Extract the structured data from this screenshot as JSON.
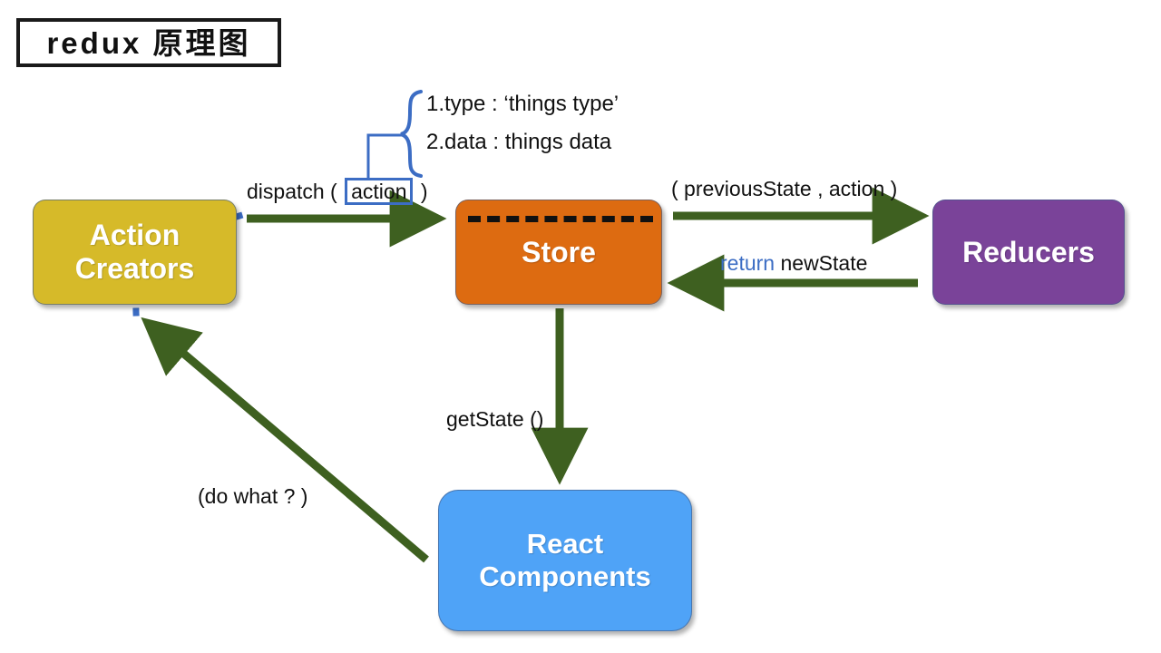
{
  "title": {
    "text": "redux 原理图"
  },
  "colors": {
    "action_creators": "#D6BA29",
    "store": "#DD6B11",
    "reducers": "#7A4399",
    "react_components": "#4FA3F7",
    "arrow_green": "#3E6020",
    "accent_blue": "#3C6DC4",
    "dashed_black": "#111111",
    "background": "#FFFFFF"
  },
  "nodes": {
    "action_creators": {
      "line1": "Action",
      "line2": "Creators"
    },
    "store": {
      "label": "Store"
    },
    "reducers": {
      "label": "Reducers"
    },
    "react_components": {
      "line1": "React",
      "line2": "Components"
    }
  },
  "labels": {
    "dispatch_prefix": "dispatch ( ",
    "dispatch_chip": "action",
    "dispatch_suffix": " )",
    "previous_state": "( previousState , action )",
    "return_keyword": "return",
    "return_value": " newState",
    "get_state": "getState ()",
    "do_what": "(do what ? )"
  },
  "brace": {
    "line1": "1.type : ‘things type’",
    "line2": "2.data :  things data"
  }
}
